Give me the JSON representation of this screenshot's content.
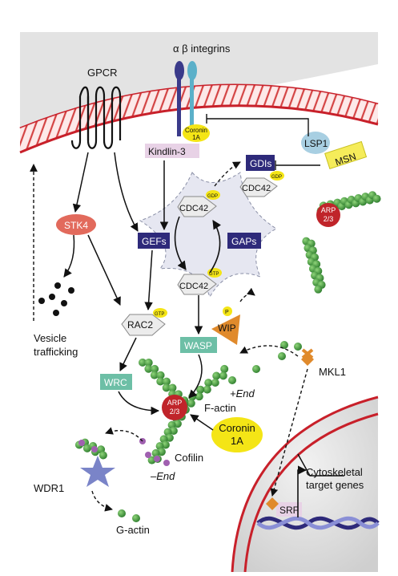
{
  "labels": {
    "integrins": "α β integrins",
    "gpcr": "GPCR",
    "coronin_small": [
      "Coronin",
      "1A"
    ],
    "kindlin": "Kindlin-3",
    "lsp1": "LSP1",
    "msn": "MSN",
    "gdis": "GDIs",
    "gdp": "GDP",
    "gtp": "GTP",
    "cdc42": "CDC42",
    "arp23": [
      "ARP",
      "2/3"
    ],
    "stk4": "STK4",
    "gefs": "GEFs",
    "gaps": "GAPs",
    "vesicle": [
      "Vesicle",
      "trafficking"
    ],
    "rac2": "RAC2",
    "wip": "WIP",
    "p": "P",
    "wasp": "WASP",
    "wrc": "WRC",
    "plus_end": "+End",
    "factin": "F-actin",
    "coronin_big": [
      "Coronin",
      "1A"
    ],
    "mkl1": "MKL1",
    "cofilin": "Cofilin",
    "minus_end": "–End",
    "wdr1": "WDR1",
    "gactin": "G-actin",
    "srf": "SRF",
    "cytoskeletal": [
      "Cytoskeletal",
      "target genes"
    ]
  },
  "colors": {
    "membrane": "#c8202a",
    "cell_bg": "#e3e3e3",
    "dark_box": "#2e2a7a",
    "teal_box": "#6dbfa6",
    "kindlin_box": "#e8d2e6",
    "lsp1": "#a8cfe2",
    "msn": "#f5ec5a",
    "yellow": "#f4e516",
    "arp": "#c0242a",
    "actin": "#3a9a3a",
    "stk4": "#e26a5c",
    "wip": "#e08a2c",
    "wdr1": "#7a84c8",
    "cofilin": "#a060b0"
  }
}
